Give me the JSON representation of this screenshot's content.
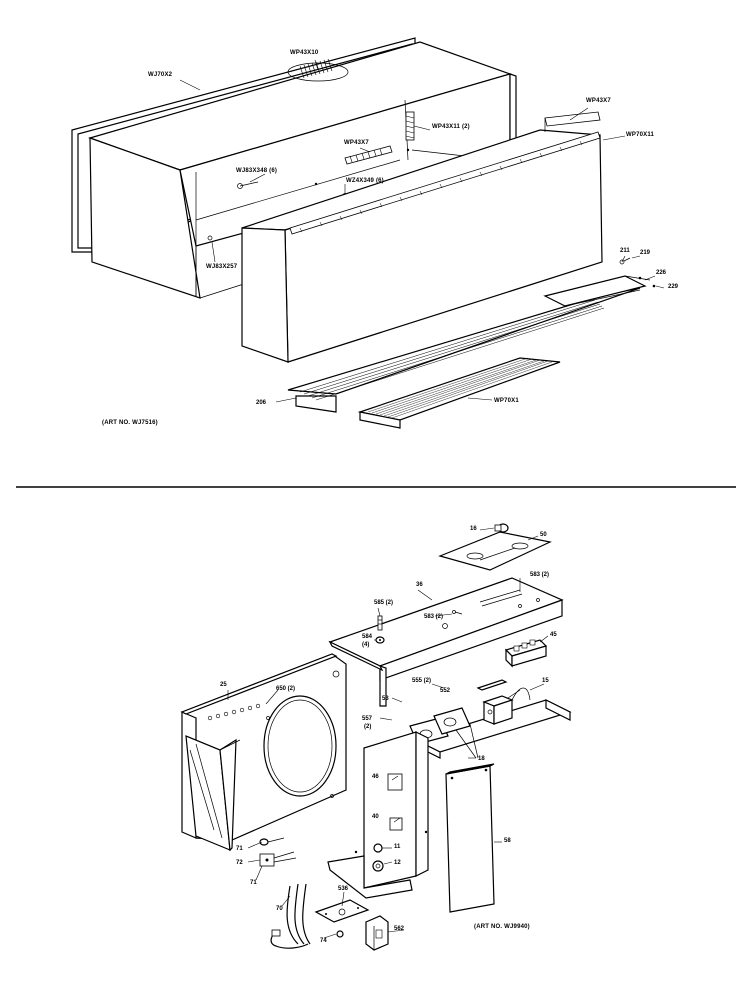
{
  "upper_assembly": {
    "labels": {
      "wj70x2": "WJ70X2",
      "wp43x10": "WP43X10",
      "wp43x7_top": "WP43X7",
      "wp70x11": "WP70X11",
      "wp43x7_mid": "WP43X7",
      "wp43x11": "WP43X11 (2)",
      "wj83x348": "WJ83X348 (6)",
      "wz4x349": "WZ4X349 (6)",
      "wj83x257": "WJ83X257",
      "p211": "211",
      "p219": "219",
      "p226": "226",
      "p229": "229",
      "p206": "206",
      "wp70x1": "WP70X1"
    },
    "art_no": "(ART NO. WJ7516)"
  },
  "lower_assembly": {
    "labels": {
      "p16": "16",
      "p50": "50",
      "p36": "36",
      "p583_2": "583 (2)",
      "p585_2": "585 (2)",
      "p583_2b": "583 (2)",
      "p584_4": "584",
      "p584_4b": "(4)",
      "p45": "45",
      "p25": "25",
      "p650": "650 (2)",
      "p55_2": "555 (2)",
      "p552": "552",
      "p15": "15",
      "p53": "53",
      "p557": "557",
      "p557b": "(2)",
      "p18": "18",
      "p46": "46",
      "p40": "40",
      "p11": "11",
      "p12": "12",
      "p71": "71",
      "p72": "72",
      "p71b": "71",
      "p70": "70",
      "p74": "74",
      "p536": "536",
      "p562": "562",
      "p58": "58"
    },
    "art_no": "(ART NO. WJ9940)"
  }
}
